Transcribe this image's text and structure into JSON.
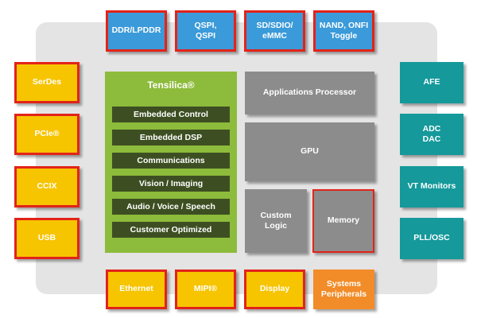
{
  "top": [
    "DDR/LPDDR",
    "QSPI,\nQSPI",
    "SD/SDIO/\neMMC",
    "NAND, ONFI\nToggle"
  ],
  "left": [
    "SerDes",
    "PCIe®",
    "CCIX",
    "USB"
  ],
  "right": [
    "AFE",
    "ADC\nDAC",
    "VT Monitors",
    "PLL/OSC"
  ],
  "bottom": [
    "Ethernet",
    "MIPI®",
    "Display",
    "Systems\nPeripherals"
  ],
  "tensilica": {
    "title": "Tensilica®",
    "items": [
      "Embedded Control",
      "Embedded DSP",
      "Communications",
      "Vision / Imaging",
      "Audio / Voice / Speech",
      "Customer Optimized"
    ]
  },
  "center": {
    "apps": "Applications Processor",
    "gpu": "GPU",
    "custom": "Custom\nLogic",
    "memory": "Memory"
  },
  "colors": {
    "blue": "#3b9ad9",
    "yellow": "#f7c400",
    "orange": "#f28c28",
    "teal": "#15999b",
    "green": "#8dbb3b",
    "grey": "#8c8c8c",
    "red": "#e2231a"
  }
}
